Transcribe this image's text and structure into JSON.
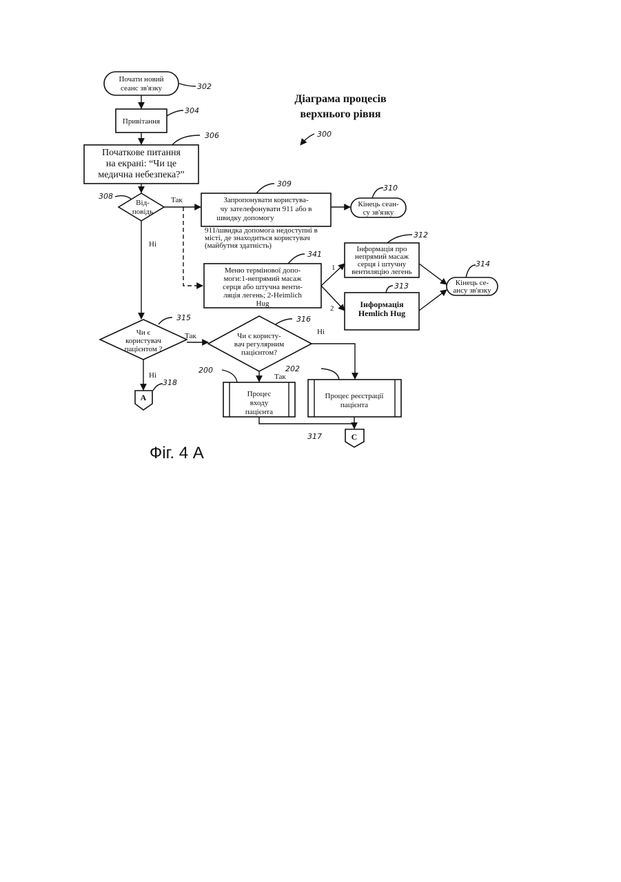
{
  "title": [
    "Діаграма процесів",
    "верхнього рівня"
  ],
  "figure_label": "Фіг. 4 А",
  "refs": {
    "r300": "300",
    "r302": "302",
    "r304": "304",
    "r306": "306",
    "r308": "308",
    "r309": "309",
    "r310": "310",
    "r311": "341",
    "r312": "312",
    "r313": "313",
    "r314": "314",
    "r315": "315",
    "r316": "316",
    "r318": "318",
    "r200": "200",
    "r202": "202",
    "r317": "317"
  },
  "nodes": {
    "start": [
      "Почати новий",
      "сеанс зв'язку"
    ],
    "greeting": "Привітання",
    "initial_question": [
      "Початкове питання",
      "на екрані: “Чи це",
      "медична небезпека?”"
    ],
    "answer": [
      "Від-",
      "повідь"
    ],
    "offer_call": [
      "Запропонувати користува-",
      "чу зателефонувати 911 або в",
      "швидку допомогу"
    ],
    "end1": [
      "Кінець сеан-",
      "су зв'язку"
    ],
    "note_911": [
      "911/швидка допомога недоступні в",
      "місті, де знаходиться користувач",
      "(майбутня здатність)"
    ],
    "emergency_menu": [
      "Меню термінової допо-",
      "моги:1-непрямий масаж",
      "серця або штучна венти-",
      "ляція легень; 2-Heimlich",
      "Hug"
    ],
    "info_cpr": [
      "Інформація про",
      "непрямий масаж",
      "серця і штучну",
      "вентиляцію легень"
    ],
    "info_heimlich": [
      "Інформація",
      "Hemlich Hug"
    ],
    "end2": [
      "Кінець се-",
      "ансу зв'язку"
    ],
    "is_patient": [
      "Чи є",
      "користувач",
      "пацієнтом ?"
    ],
    "is_regular": [
      "Чи є користу-",
      "вач регулярним",
      "пацієнтом?"
    ],
    "patient_login": [
      "Процес",
      "входу",
      "пацієнта"
    ],
    "patient_registration": [
      "Процес реєстрації",
      "пацієнта"
    ],
    "connector_a": "A",
    "connector_c": "C"
  },
  "labels": {
    "yes1": "Так",
    "no1": "Ні",
    "yes2": "Так",
    "no2": "Ні",
    "yes3": "Так",
    "no3": "Ні",
    "opt1": "1",
    "opt2": "2"
  }
}
